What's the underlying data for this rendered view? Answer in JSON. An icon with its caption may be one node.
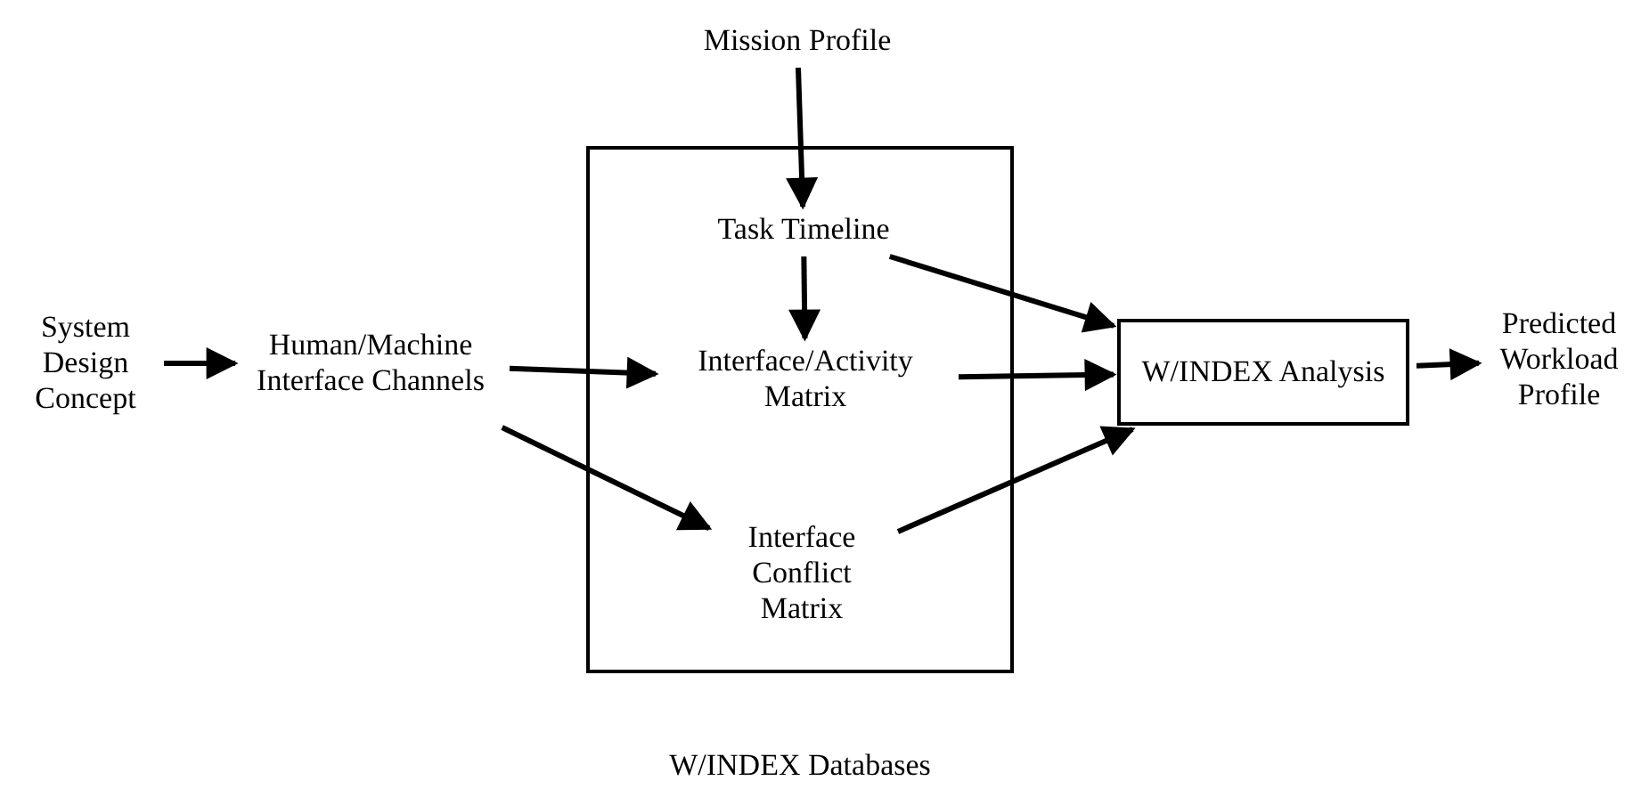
{
  "diagram": {
    "nodes": [
      {
        "text": [
          "W/INDEX Databases"
        ]
      },
      {
        "text": [
          "Mission Profile"
        ]
      },
      {
        "text": [
          "Task Timeline"
        ],
        "in": 0
      },
      {
        "text": [
          "Interface/Activity Matrix"
        ],
        "in": 0
      },
      {
        "text": [
          "Interface Conflict Matrix"
        ],
        "in": 0
      },
      {
        "text": [
          "System Design Concept"
        ]
      },
      {
        "text": [
          "Human/Machine Interface Channels"
        ]
      },
      {
        "text": [
          "W/INDEX Analysis"
        ]
      },
      {
        "text": [
          "Predicted Workload Profile"
        ]
      }
    ],
    "edges": [
      {
        "from": 1,
        "to": 2,
        "arrow": "to"
      },
      {
        "from": 2,
        "to": 3,
        "arrow": "to"
      },
      {
        "from": 5,
        "to": 6,
        "arrow": "to"
      },
      {
        "from": 6,
        "to": 3,
        "arrow": "to"
      },
      {
        "from": 6,
        "to": 4,
        "arrow": "to"
      },
      {
        "from": 2,
        "to": 7,
        "arrow": "to"
      },
      {
        "from": 3,
        "to": 7,
        "arrow": "to"
      },
      {
        "from": 4,
        "to": 7,
        "arrow": "to"
      },
      {
        "from": 7,
        "to": 8,
        "arrow": "to"
      }
    ]
  }
}
